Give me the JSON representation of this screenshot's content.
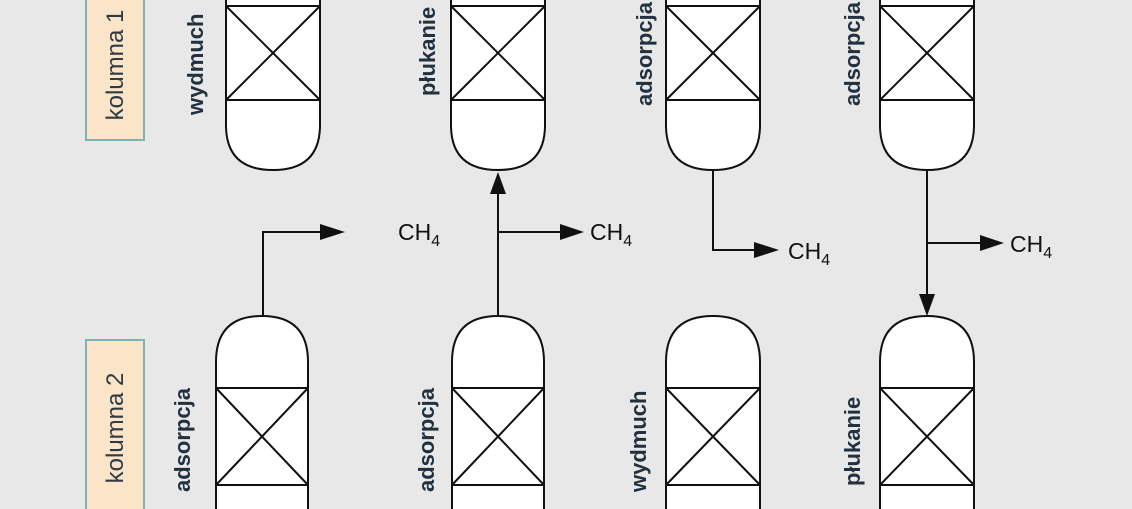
{
  "columns": {
    "column_1": "kolumna 1",
    "column_2": "kolumna 2"
  },
  "top_row": [
    {
      "step": "wydmuch"
    },
    {
      "step": "płukanie"
    },
    {
      "step": "adsorpcja"
    },
    {
      "step": "adsorpcja"
    }
  ],
  "bottom_row": [
    {
      "step": "adsorpcja"
    },
    {
      "step": "adsorpcja"
    },
    {
      "step": "wydmuch"
    },
    {
      "step": "płukanie"
    }
  ],
  "flows": {
    "flow_1": {
      "main": "CH",
      "sub": "4"
    },
    "flow_2": {
      "main": "CH",
      "sub": "4"
    },
    "flow_3": {
      "main": "CH",
      "sub": "4"
    },
    "flow_4": {
      "main": "CH",
      "sub": "4"
    }
  }
}
